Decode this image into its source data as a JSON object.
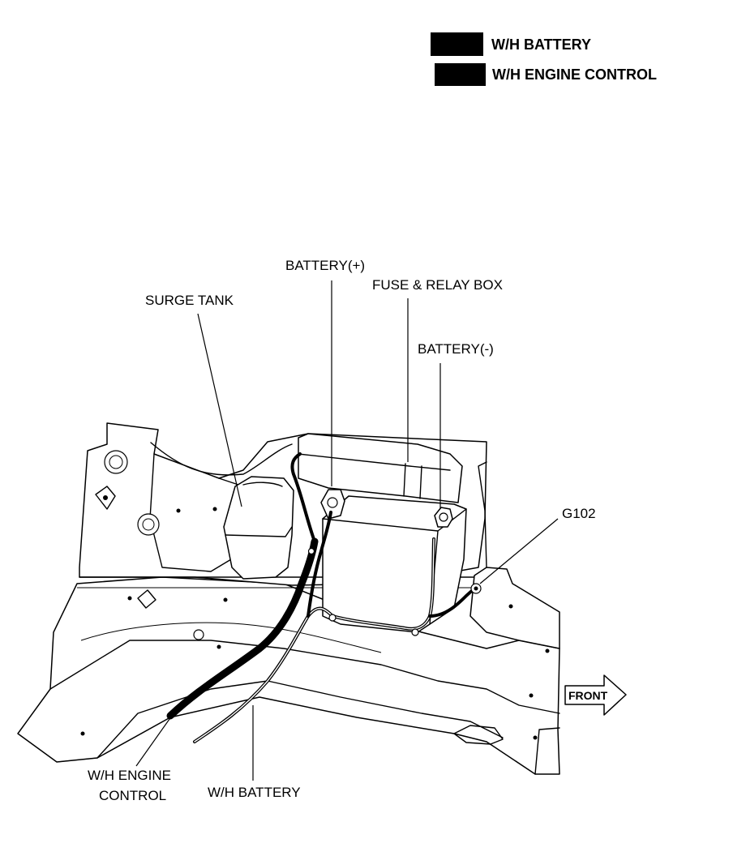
{
  "legend": {
    "items": [
      {
        "label": "W/H BATTERY",
        "color": "#000000"
      },
      {
        "label": "W/H ENGINE CONTROL",
        "color": "#000000"
      }
    ]
  },
  "labels": {
    "battery_pos": "BATTERY(+)",
    "fuse_relay_box": "FUSE & RELAY BOX",
    "surge_tank": "SURGE TANK",
    "battery_neg": "BATTERY(-)",
    "g102": "G102",
    "front": "FRONT",
    "wh_engine_control_line1": "W/H ENGINE",
    "wh_engine_control_line2": "CONTROL",
    "wh_battery": "W/H BATTERY"
  }
}
